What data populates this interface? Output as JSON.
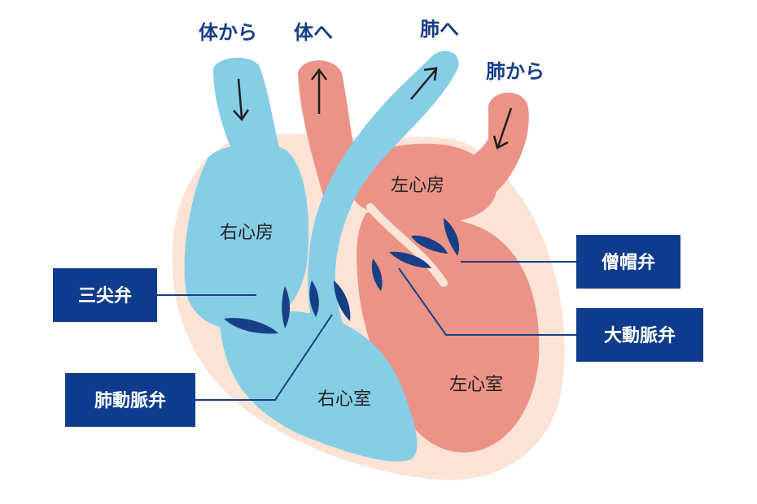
{
  "colors": {
    "background": "#ffffff",
    "pericardium": "#fbe3d6",
    "venous_blue": "#86cde6",
    "arterial_red": "#ec9388",
    "valve_navy": "#173f86",
    "label_box": "#0e3b8c",
    "label_text": "#ffffff",
    "flow_text": "#173f86",
    "line": "#173f86",
    "arrow": "#1f1f1f"
  },
  "flow_labels": {
    "from_body": "体から",
    "to_body": "体へ",
    "to_lungs": "肺へ",
    "from_lungs": "肺から"
  },
  "chambers": {
    "right_atrium": "右心房",
    "left_atrium": "左心房",
    "right_ventricle": "右心室",
    "left_ventricle": "左心室"
  },
  "valves": {
    "tricuspid": "三尖弁",
    "pulmonary": "肺動脈弁",
    "mitral": "僧帽弁",
    "aortic": "大動脈弁"
  },
  "icons": [
    "arrow-down-icon",
    "arrow-up-icon",
    "arrow-up-right-icon",
    "arrow-down-left-icon"
  ]
}
